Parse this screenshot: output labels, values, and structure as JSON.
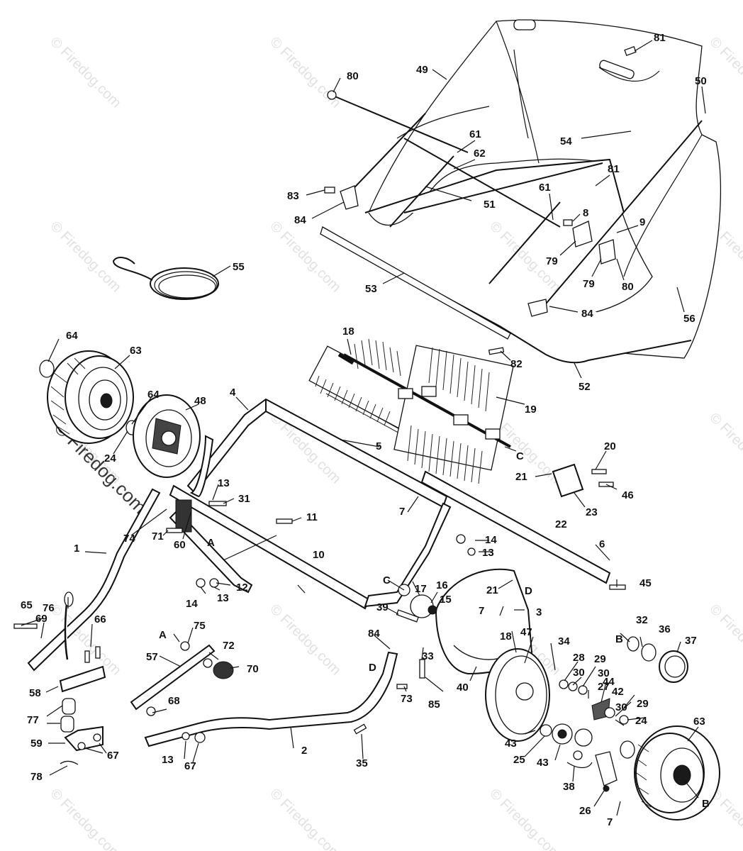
{
  "watermark": "© Firedog.com",
  "callouts": {
    "c1": "1",
    "c2": "2",
    "c3": "3",
    "c4": "4",
    "c5": "5",
    "c6": "6",
    "c7a": "7",
    "c7b": "7",
    "c7c": "7",
    "c8": "8",
    "c9": "9",
    "c10": "10",
    "c11": "11",
    "c12": "12",
    "c13a": "13",
    "c13b": "13",
    "c13c": "13",
    "c13d": "13",
    "c14a": "14",
    "c14b": "14",
    "c15": "15",
    "c16": "16",
    "c17": "17",
    "c18a": "18",
    "c18b": "18",
    "c19": "19",
    "c20": "20",
    "c21a": "21",
    "c21b": "21",
    "c22": "22",
    "c23": "23",
    "c24a": "24",
    "c24b": "24",
    "c25": "25",
    "c26": "26",
    "c27": "27",
    "c28": "28",
    "c29a": "29",
    "c29b": "29",
    "c30a": "30",
    "c30b": "30",
    "c30c": "30",
    "c31": "31",
    "c32": "32",
    "c33": "33",
    "c34": "34",
    "c35": "35",
    "c36": "36",
    "c37": "37",
    "c38": "38",
    "c39": "39",
    "c40": "40",
    "c42": "42",
    "c43a": "43",
    "c43b": "43",
    "c44": "44",
    "c45": "45",
    "c46": "46",
    "c47": "47",
    "c48": "48",
    "c49": "49",
    "c50": "50",
    "c51": "51",
    "c52": "52",
    "c53": "53",
    "c54": "54",
    "c55": "55",
    "c56": "56",
    "c57": "57",
    "c58": "58",
    "c59": "59",
    "c60": "60",
    "c61a": "61",
    "c61b": "61",
    "c62": "62",
    "c63a": "63",
    "c63b": "63",
    "c64a": "64",
    "c64b": "64",
    "c65": "65",
    "c66": "66",
    "c67a": "67",
    "c67b": "67",
    "c68": "68",
    "c69": "69",
    "c70": "70",
    "c71": "71",
    "c72": "72",
    "c73": "73",
    "c74": "74",
    "c75": "75",
    "c76": "76",
    "c77": "77",
    "c78": "78",
    "c79a": "79",
    "c79b": "79",
    "c80a": "80",
    "c80b": "80",
    "c81a": "81",
    "c81b": "81",
    "c82": "82",
    "c83": "83",
    "c84a": "84",
    "c84b": "84",
    "c84c": "84",
    "c85": "85"
  },
  "ref_letters": {
    "a1": "A",
    "a2": "A",
    "b1": "B",
    "b2": "B",
    "c1": "C",
    "c2": "C",
    "d1": "D",
    "d2": "D"
  }
}
